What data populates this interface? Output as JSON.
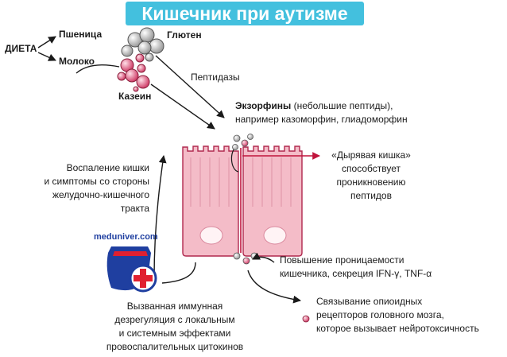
{
  "title": "Кишечник при аутизме",
  "labels": {
    "diet": "ДИЕТА",
    "wheat": "Пшеница",
    "milk": "Молоко",
    "gluten": "Глютен",
    "casein": "Казеин",
    "peptidases": "Пептидазы",
    "exorphins_bold": "Экзорфины",
    "exorphins_rest": " (небольшие пептиды),",
    "exorphins_line2": "например казоморфин, глиадоморфин",
    "inflammation": [
      "Воспаление кишки",
      "и симптомы со стороны",
      "желудочно-кишечного",
      "тракта"
    ],
    "leaky_gut": [
      "«Дырявая кишка»",
      "способствует",
      "проникновению",
      "пептидов"
    ],
    "permeability": [
      "Повышение проницаемости",
      "кишечника, секреция IFN-γ, TNF-α"
    ],
    "opioid": [
      "Связывание опиоидных",
      "рецепторов головного мозга,",
      "которое вызывает нейротоксичность"
    ],
    "immune": [
      "Вызванная иммунная",
      "дезрегуляция с локальным",
      "и системным эффектами",
      "провоспалительных цитокинов"
    ]
  },
  "logo": {
    "text": "meduniver.com"
  },
  "colors": {
    "title_bg": "#43c0de",
    "cell_fill": "#f4bcc8",
    "cell_stroke": "#b0284e",
    "particle_pink": "#e0607e",
    "arrow": "#1a1a1a"
  }
}
